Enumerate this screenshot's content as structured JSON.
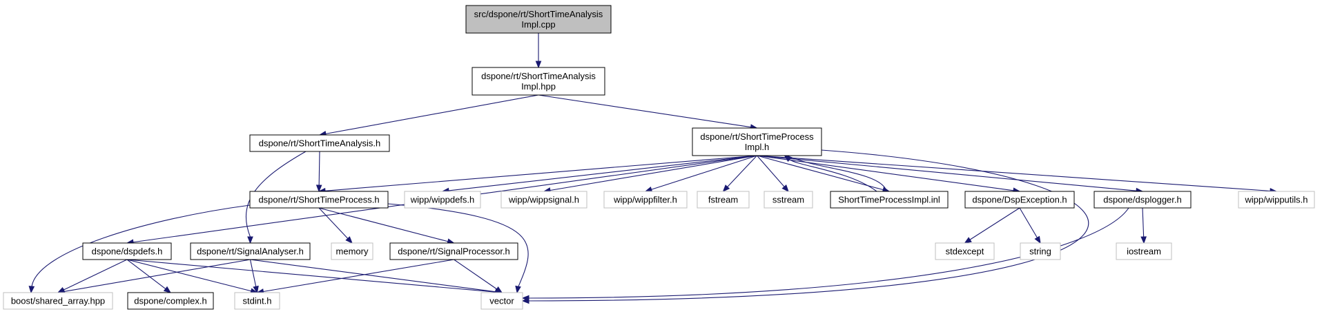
{
  "diagram": {
    "nodes": [
      {
        "id": "main",
        "lines": [
          "src/dspone/rt/ShortTimeAnalysis",
          "Impl.cpp"
        ],
        "kind": "main"
      },
      {
        "id": "staimpl_hpp",
        "lines": [
          "dspone/rt/ShortTimeAnalysis",
          "Impl.hpp"
        ],
        "kind": "doc"
      },
      {
        "id": "sta_h",
        "lines": [
          "dspone/rt/ShortTimeAnalysis.h"
        ],
        "kind": "doc"
      },
      {
        "id": "stpimpl_h",
        "lines": [
          "dspone/rt/ShortTimeProcess",
          "Impl.h"
        ],
        "kind": "doc"
      },
      {
        "id": "stp_h",
        "lines": [
          "dspone/rt/ShortTimeProcess.h"
        ],
        "kind": "doc"
      },
      {
        "id": "wippdefs",
        "lines": [
          "wipp/wippdefs.h"
        ],
        "kind": "ext"
      },
      {
        "id": "wippsignal",
        "lines": [
          "wipp/wippsignal.h"
        ],
        "kind": "ext"
      },
      {
        "id": "wippfilter",
        "lines": [
          "wipp/wippfilter.h"
        ],
        "kind": "ext"
      },
      {
        "id": "fstream",
        "lines": [
          "fstream"
        ],
        "kind": "ext"
      },
      {
        "id": "sstream",
        "lines": [
          "sstream"
        ],
        "kind": "ext"
      },
      {
        "id": "stpimpl_inl",
        "lines": [
          "ShortTimeProcessImpl.inl"
        ],
        "kind": "doc"
      },
      {
        "id": "dspexc",
        "lines": [
          "dspone/DspException.h"
        ],
        "kind": "doc"
      },
      {
        "id": "dsplogger",
        "lines": [
          "dspone/dsplogger.h"
        ],
        "kind": "doc"
      },
      {
        "id": "wipputils",
        "lines": [
          "wipp/wipputils.h"
        ],
        "kind": "ext"
      },
      {
        "id": "dspdefs",
        "lines": [
          "dspone/dspdefs.h"
        ],
        "kind": "doc"
      },
      {
        "id": "siganalyser",
        "lines": [
          "dspone/rt/SignalAnalyser.h"
        ],
        "kind": "doc"
      },
      {
        "id": "memory",
        "lines": [
          "memory"
        ],
        "kind": "ext"
      },
      {
        "id": "sigproc",
        "lines": [
          "dspone/rt/SignalProcessor.h"
        ],
        "kind": "doc"
      },
      {
        "id": "stdexcept",
        "lines": [
          "stdexcept"
        ],
        "kind": "ext"
      },
      {
        "id": "string",
        "lines": [
          "string"
        ],
        "kind": "ext"
      },
      {
        "id": "iostream",
        "lines": [
          "iostream"
        ],
        "kind": "ext"
      },
      {
        "id": "shared_array",
        "lines": [
          "boost/shared_array.hpp"
        ],
        "kind": "ext"
      },
      {
        "id": "complex",
        "lines": [
          "dspone/complex.h"
        ],
        "kind": "doc"
      },
      {
        "id": "stdint",
        "lines": [
          "stdint.h"
        ],
        "kind": "ext"
      },
      {
        "id": "vector",
        "lines": [
          "vector"
        ],
        "kind": "ext"
      }
    ],
    "colors": {
      "edge": "#191970",
      "main_fill": "#bfbfbf",
      "doc_border": "#000000",
      "ext_border": "#bfbfbf"
    }
  }
}
